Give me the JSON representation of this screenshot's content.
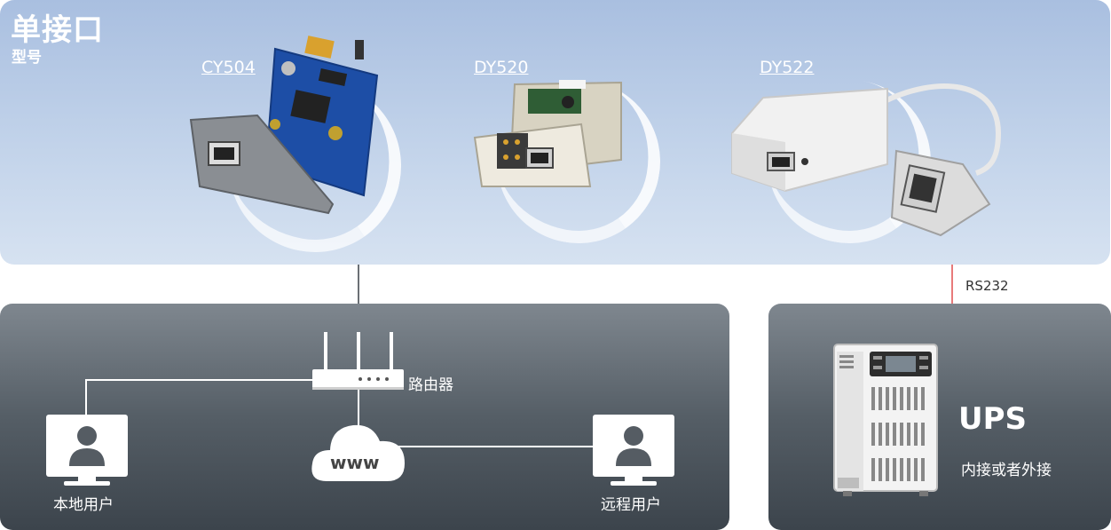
{
  "header": {
    "title": "单接口",
    "subtitle": "型号"
  },
  "models": [
    {
      "label": "CY504"
    },
    {
      "label": "DY520"
    },
    {
      "label": "DY522"
    }
  ],
  "connection": {
    "label": "RS232"
  },
  "network": {
    "router_label": "路由器",
    "cloud_label": "www",
    "local_user_label": "本地用户",
    "remote_user_label": "远程用户"
  },
  "ups": {
    "title": "UPS",
    "subtitle": "内接或者外接"
  }
}
